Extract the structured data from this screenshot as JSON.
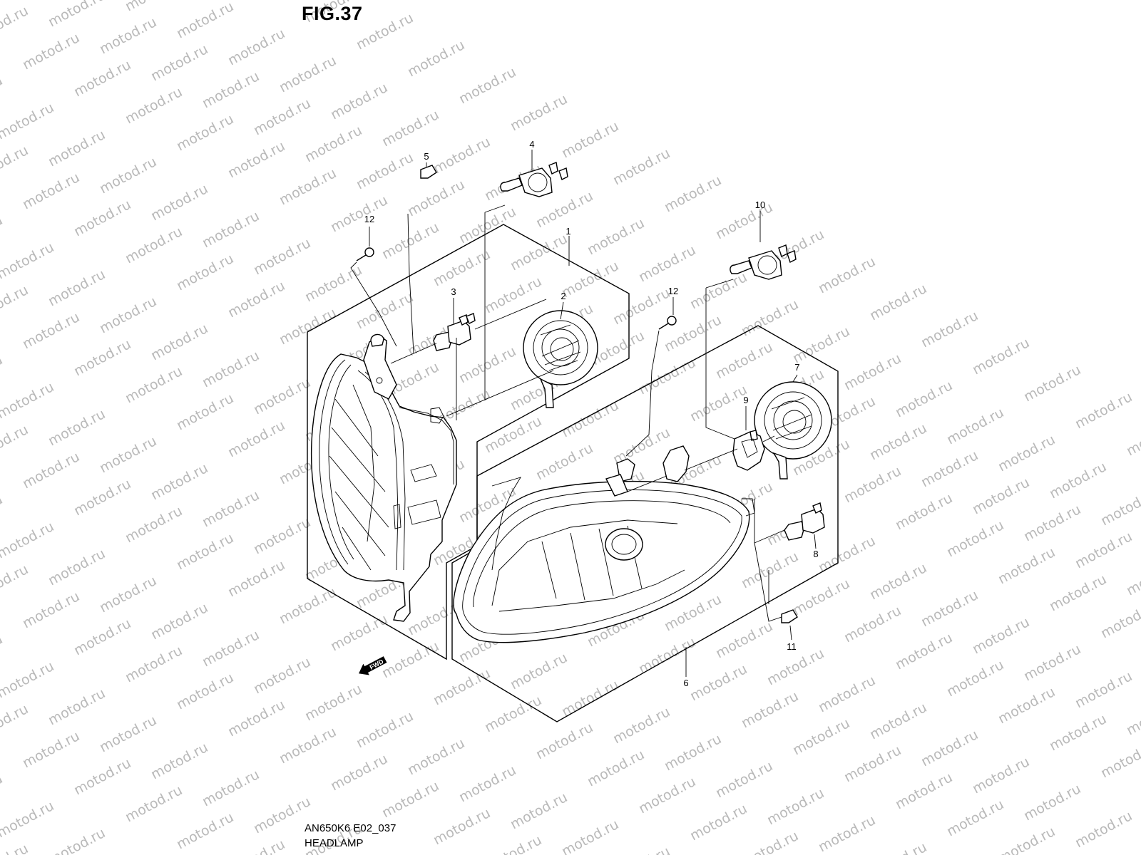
{
  "figure": {
    "title": "FIG.37",
    "code": "AN650K6 E02_037",
    "name": "HEADLAMP"
  },
  "watermark": {
    "text": "motod.ru",
    "color": "#b9b9b9"
  },
  "fwd_arrow": {
    "label": "FWD"
  },
  "callouts": [
    {
      "id": "1",
      "label": "1"
    },
    {
      "id": "2",
      "label": "2"
    },
    {
      "id": "3",
      "label": "3"
    },
    {
      "id": "4",
      "label": "4"
    },
    {
      "id": "5",
      "label": "5"
    },
    {
      "id": "6",
      "label": "6"
    },
    {
      "id": "7",
      "label": "7"
    },
    {
      "id": "8",
      "label": "8"
    },
    {
      "id": "9",
      "label": "9"
    },
    {
      "id": "10",
      "label": "10"
    },
    {
      "id": "11",
      "label": "11"
    },
    {
      "id": "12a",
      "label": "12"
    },
    {
      "id": "12b",
      "label": "12"
    }
  ]
}
